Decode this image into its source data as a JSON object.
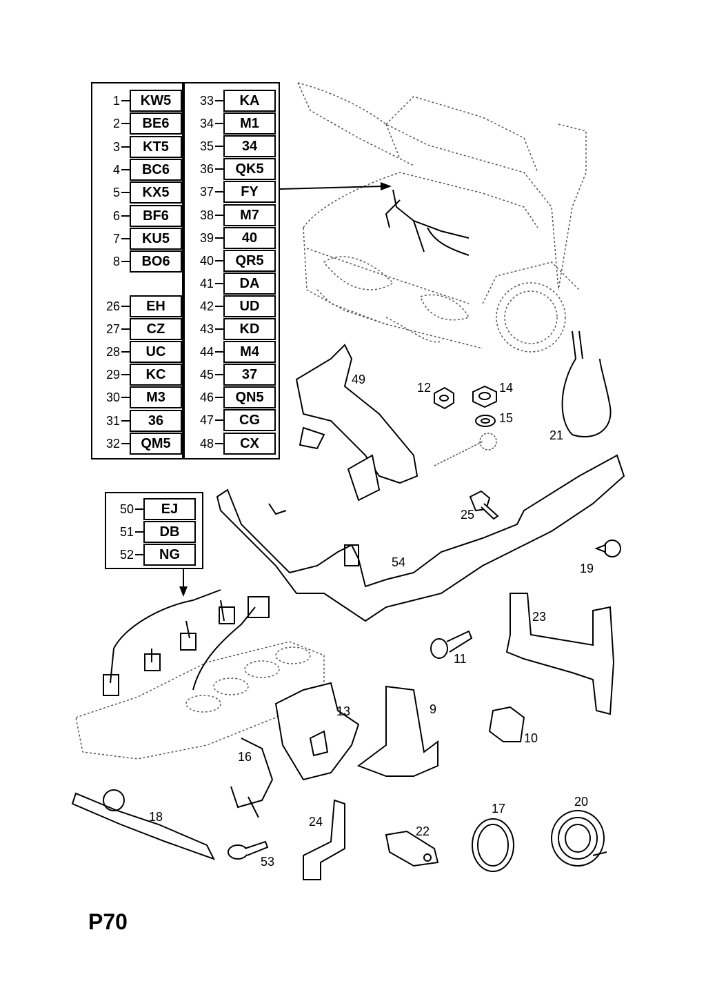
{
  "legend_main": {
    "left_column": [
      {
        "num": "1",
        "code": "KW5"
      },
      {
        "num": "2",
        "code": "BE6"
      },
      {
        "num": "3",
        "code": "KT5"
      },
      {
        "num": "4",
        "code": "BC6"
      },
      {
        "num": "5",
        "code": "KX5"
      },
      {
        "num": "6",
        "code": "BF6"
      },
      {
        "num": "7",
        "code": "KU5"
      },
      {
        "num": "8",
        "code": "BO6"
      },
      {
        "num": "26",
        "code": "EH"
      },
      {
        "num": "27",
        "code": "CZ"
      },
      {
        "num": "28",
        "code": "UC"
      },
      {
        "num": "29",
        "code": "KC"
      },
      {
        "num": "30",
        "code": "M3"
      },
      {
        "num": "31",
        "code": "36"
      },
      {
        "num": "32",
        "code": "QM5"
      }
    ],
    "right_column": [
      {
        "num": "33",
        "code": "KA"
      },
      {
        "num": "34",
        "code": "M1"
      },
      {
        "num": "35",
        "code": "34"
      },
      {
        "num": "36",
        "code": "QK5"
      },
      {
        "num": "37",
        "code": "FY"
      },
      {
        "num": "38",
        "code": "M7"
      },
      {
        "num": "39",
        "code": "40"
      },
      {
        "num": "40",
        "code": "QR5"
      },
      {
        "num": "41",
        "code": "DA"
      },
      {
        "num": "42",
        "code": "UD"
      },
      {
        "num": "43",
        "code": "KD"
      },
      {
        "num": "44",
        "code": "M4"
      },
      {
        "num": "45",
        "code": "37"
      },
      {
        "num": "46",
        "code": "QN5"
      },
      {
        "num": "47",
        "code": "CG"
      },
      {
        "num": "48",
        "code": "CX"
      }
    ]
  },
  "legend_small": [
    {
      "num": "50",
      "code": "EJ"
    },
    {
      "num": "51",
      "code": "DB"
    },
    {
      "num": "52",
      "code": "NG"
    }
  ],
  "callouts": [
    "49",
    "12",
    "14",
    "15",
    "21",
    "25",
    "54",
    "19",
    "23",
    "11",
    "13",
    "9",
    "10",
    "16",
    "18",
    "24",
    "22",
    "17",
    "20",
    "53"
  ],
  "page_label": "P70"
}
